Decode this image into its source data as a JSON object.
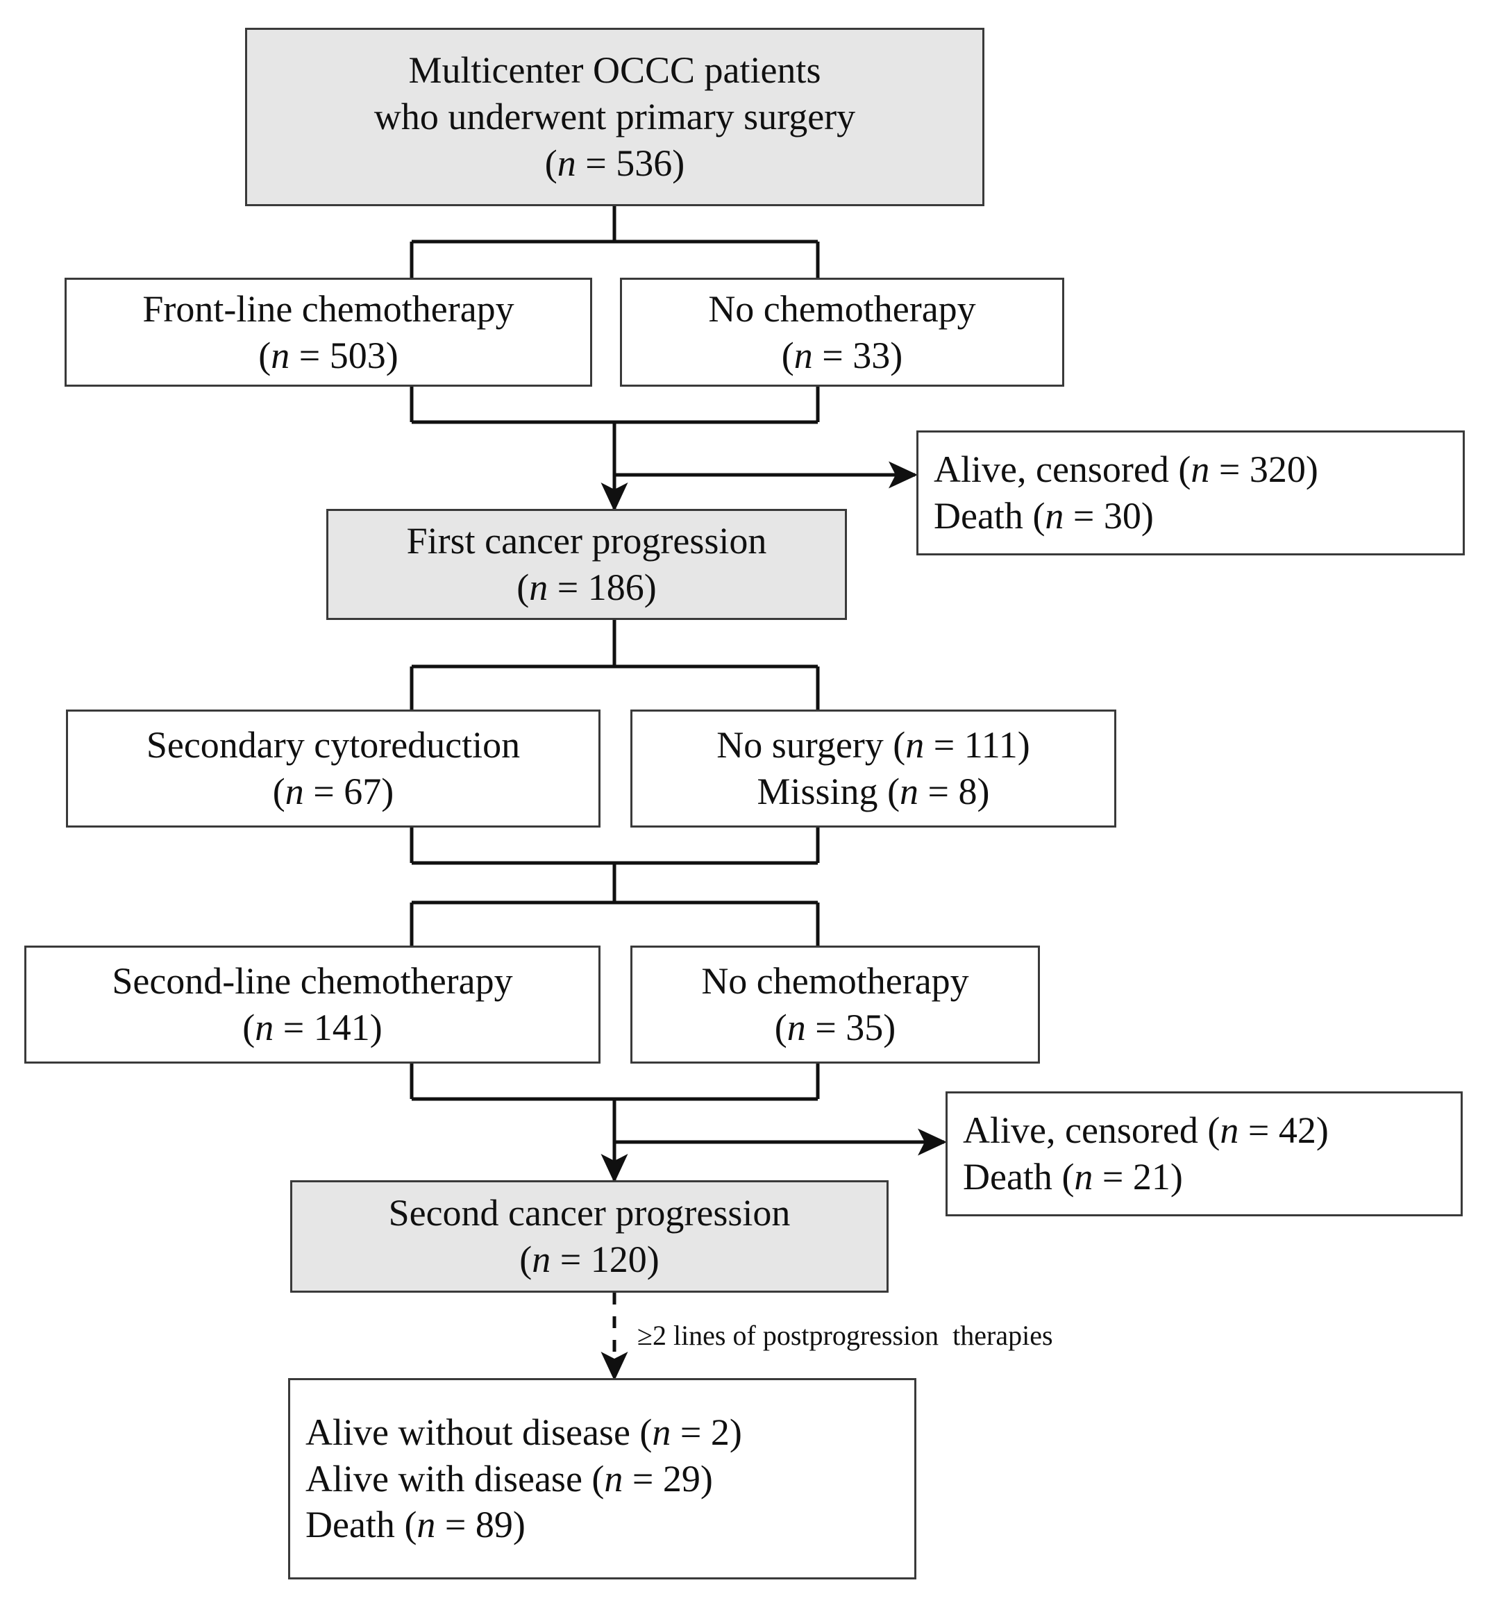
{
  "diagram": {
    "title": "Multicenter OCCC patient treatment and outcome flow",
    "type": "flowchart",
    "colors": {
      "shaded_node_fill": "#e6e6e6",
      "plain_node_fill": "#ffffff",
      "node_border": "#3a3a3a",
      "connector": "#101010",
      "text": "#101010"
    },
    "nodes": [
      {
        "id": "cohort",
        "style": "shaded",
        "align": "center",
        "lines": [
          "Multicenter OCCC patients",
          "who underwent primary surgery",
          "(n = 536)"
        ],
        "n_label": "n",
        "n_value": 536
      },
      {
        "id": "frontline-chemo",
        "style": "plain",
        "align": "center",
        "lines": [
          "Front-line chemotherapy",
          "(n = 503)"
        ],
        "n_label": "n",
        "n_value": 503
      },
      {
        "id": "no-chemo-first",
        "style": "plain",
        "align": "center",
        "lines": [
          "No chemotherapy",
          "(n = 33)"
        ],
        "n_label": "n",
        "n_value": 33
      },
      {
        "id": "outcome-first",
        "style": "plain",
        "align": "left",
        "lines": [
          "Alive, censored (n = 320)",
          "Death (n = 30)"
        ],
        "items": [
          {
            "label": "Alive, censored",
            "n": 320
          },
          {
            "label": "Death",
            "n": 30
          }
        ]
      },
      {
        "id": "first-progression",
        "style": "shaded",
        "align": "center",
        "lines": [
          "First cancer progression",
          "(n = 186)"
        ],
        "n_label": "n",
        "n_value": 186
      },
      {
        "id": "secondary-cytoreduction",
        "style": "plain",
        "align": "center",
        "lines": [
          "Secondary cytoreduction",
          "(n = 67)"
        ],
        "n_label": "n",
        "n_value": 67
      },
      {
        "id": "no-surgery",
        "style": "plain",
        "align": "center",
        "lines": [
          "No surgery (n = 111)",
          "Missing (n = 8)"
        ],
        "items": [
          {
            "label": "No surgery",
            "n": 111
          },
          {
            "label": "Missing",
            "n": 8
          }
        ]
      },
      {
        "id": "secondline-chemo",
        "style": "plain",
        "align": "center",
        "lines": [
          "Second-line chemotherapy",
          "(n = 141)"
        ],
        "n_label": "n",
        "n_value": 141
      },
      {
        "id": "no-chemo-second",
        "style": "plain",
        "align": "center",
        "lines": [
          "No chemotherapy",
          "(n = 35)"
        ],
        "n_label": "n",
        "n_value": 35
      },
      {
        "id": "outcome-second",
        "style": "plain",
        "align": "left",
        "lines": [
          "Alive, censored (n = 42)",
          "Death (n = 21)"
        ],
        "items": [
          {
            "label": "Alive, censored",
            "n": 42
          },
          {
            "label": "Death",
            "n": 21
          }
        ]
      },
      {
        "id": "second-progression",
        "style": "shaded",
        "align": "center",
        "lines": [
          "Second cancer progression",
          "(n = 120)"
        ],
        "n_label": "n",
        "n_value": 120
      },
      {
        "id": "final-outcome",
        "style": "plain",
        "align": "left",
        "lines": [
          "Alive without disease (n = 2)",
          "Alive with disease (n = 29)",
          "Death (n = 89)"
        ],
        "items": [
          {
            "label": "Alive without disease",
            "n": 2
          },
          {
            "label": "Alive with disease",
            "n": 29
          },
          {
            "label": "Death",
            "n": 89
          }
        ]
      }
    ],
    "edge_labels": [
      {
        "id": "postprogression-therapies",
        "text": "≥2 lines of postprogression  therapies",
        "style": "dashed-arrow"
      }
    ]
  }
}
